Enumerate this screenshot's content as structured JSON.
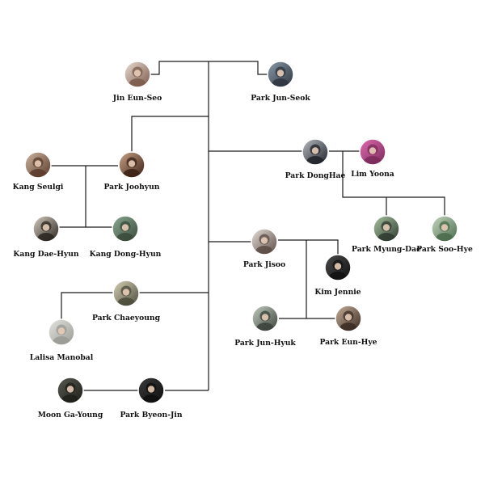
{
  "people": [
    {
      "id": "jin-eun-seo",
      "name": "Jin Eun-Seo",
      "palette": [
        "#e9dcd4",
        "#7a5a4a"
      ]
    },
    {
      "id": "park-jun-seok",
      "name": "Park Jun-Seok",
      "palette": [
        "#8a9aa8",
        "#2e3440"
      ]
    },
    {
      "id": "kang-seulgi",
      "name": "Kang Seulgi",
      "palette": [
        "#cdb7a3",
        "#5a3a2a"
      ]
    },
    {
      "id": "park-joohyun",
      "name": "Park Joohyun",
      "palette": [
        "#c9a58a",
        "#3a1f14"
      ]
    },
    {
      "id": "park-donghae",
      "name": "Park DongHae",
      "palette": [
        "#b9bcc2",
        "#1e2228"
      ]
    },
    {
      "id": "lim-yoona",
      "name": "Lim Yoona",
      "palette": [
        "#e06ab0",
        "#7a2a5a"
      ]
    },
    {
      "id": "kang-dae-hyun",
      "name": "Kang Dae-Hyun",
      "palette": [
        "#d7cdbf",
        "#2a2520"
      ]
    },
    {
      "id": "kang-dong-hyun",
      "name": "Kang Dong-Hyun",
      "palette": [
        "#8aa892",
        "#3a4a3a"
      ]
    },
    {
      "id": "park-myung-dae",
      "name": "Park Myung-Dae",
      "palette": [
        "#a9c4a0",
        "#2f3a30"
      ]
    },
    {
      "id": "park-soo-hye",
      "name": "Park Soo-Hye",
      "palette": [
        "#c7d8c2",
        "#4a6a4a"
      ]
    },
    {
      "id": "park-jisoo",
      "name": "Park Jisoo",
      "palette": [
        "#e8e0da",
        "#5a4a44"
      ]
    },
    {
      "id": "kim-jennie",
      "name": "Kim Jennie",
      "palette": [
        "#4a4a4a",
        "#111111"
      ]
    },
    {
      "id": "park-chaeyoung",
      "name": "Park Chaeyoung",
      "palette": [
        "#d9d2b8",
        "#4a4a3a"
      ]
    },
    {
      "id": "lalisa-manobal",
      "name": "Lalisa Manobal",
      "palette": [
        "#e4e4e0",
        "#9a9a94"
      ]
    },
    {
      "id": "park-jun-hyuk",
      "name": "Park Jun-Hyuk",
      "palette": [
        "#c3cfc0",
        "#3a403a"
      ]
    },
    {
      "id": "park-eun-hye",
      "name": "Park Eun-Hye",
      "palette": [
        "#c7b09a",
        "#3a2a22"
      ]
    },
    {
      "id": "moon-ga-young",
      "name": "Moon Ga-Young",
      "palette": [
        "#5a5a52",
        "#1e1e1a"
      ]
    },
    {
      "id": "park-byeon-jin",
      "name": "Park Byeon-Jin",
      "palette": [
        "#3a3a3a",
        "#0e0e0e"
      ]
    }
  ]
}
